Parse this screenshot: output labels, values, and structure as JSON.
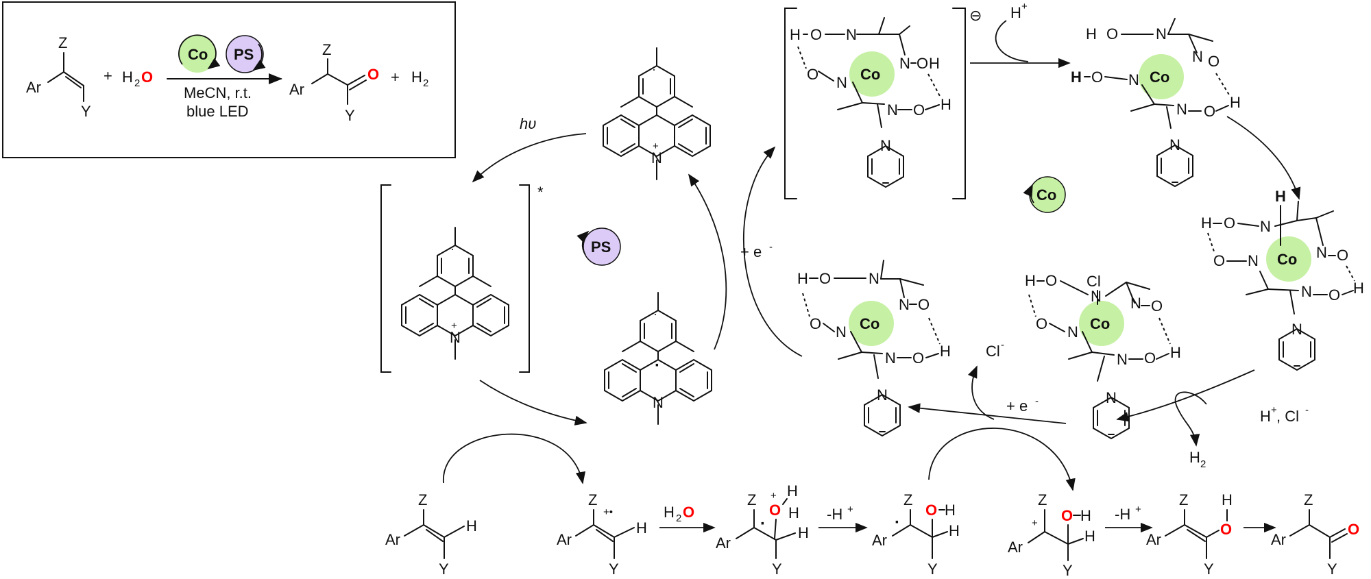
{
  "summary": {
    "substrate_sub_top": "Z",
    "substrate_sub_left": "Ar",
    "substrate_sub_bottom": "Y",
    "plus_1": "+",
    "water_h": "H",
    "water_2": "2",
    "water_o": "O",
    "catalyst_co": "Co",
    "catalyst_ps": "PS",
    "conditions_1": "MeCN, r.t.",
    "conditions_2": "blue LED",
    "product_z": "Z",
    "product_ar": "Ar",
    "product_o": "O",
    "product_y": "Y",
    "plus_2": "+",
    "h2_h": "H",
    "h2_2": "2"
  },
  "labels": {
    "hv": "hυ",
    "excited_star": "*",
    "ps_cycle": "PS",
    "co_cycle": "Co",
    "plus_e_1": "+ e",
    "plus_e_2": "+ e",
    "e_sup": "-",
    "h_plus": "H",
    "plus_sup": "+",
    "minus_sign": "⊖",
    "cl_minus": "Cl",
    "minus_sup": "-",
    "h_cl": "H",
    "h_cl_rest": ", Cl",
    "h2_out": "H",
    "h2_out_sub": "2",
    "h2o_step_h": "H",
    "h2o_step_2": "2",
    "h2o_step_o": "O",
    "minus_hplus_1": "-H",
    "minus_hplus_2": "-H"
  },
  "atoms": {
    "N": "N",
    "O": "O",
    "H": "H",
    "Co": "Co",
    "Cl": "Cl",
    "Ar": "Ar",
    "Z": "Z",
    "Y": "Y",
    "plus": "+",
    "radical": "·",
    "radcation": "+•"
  }
}
